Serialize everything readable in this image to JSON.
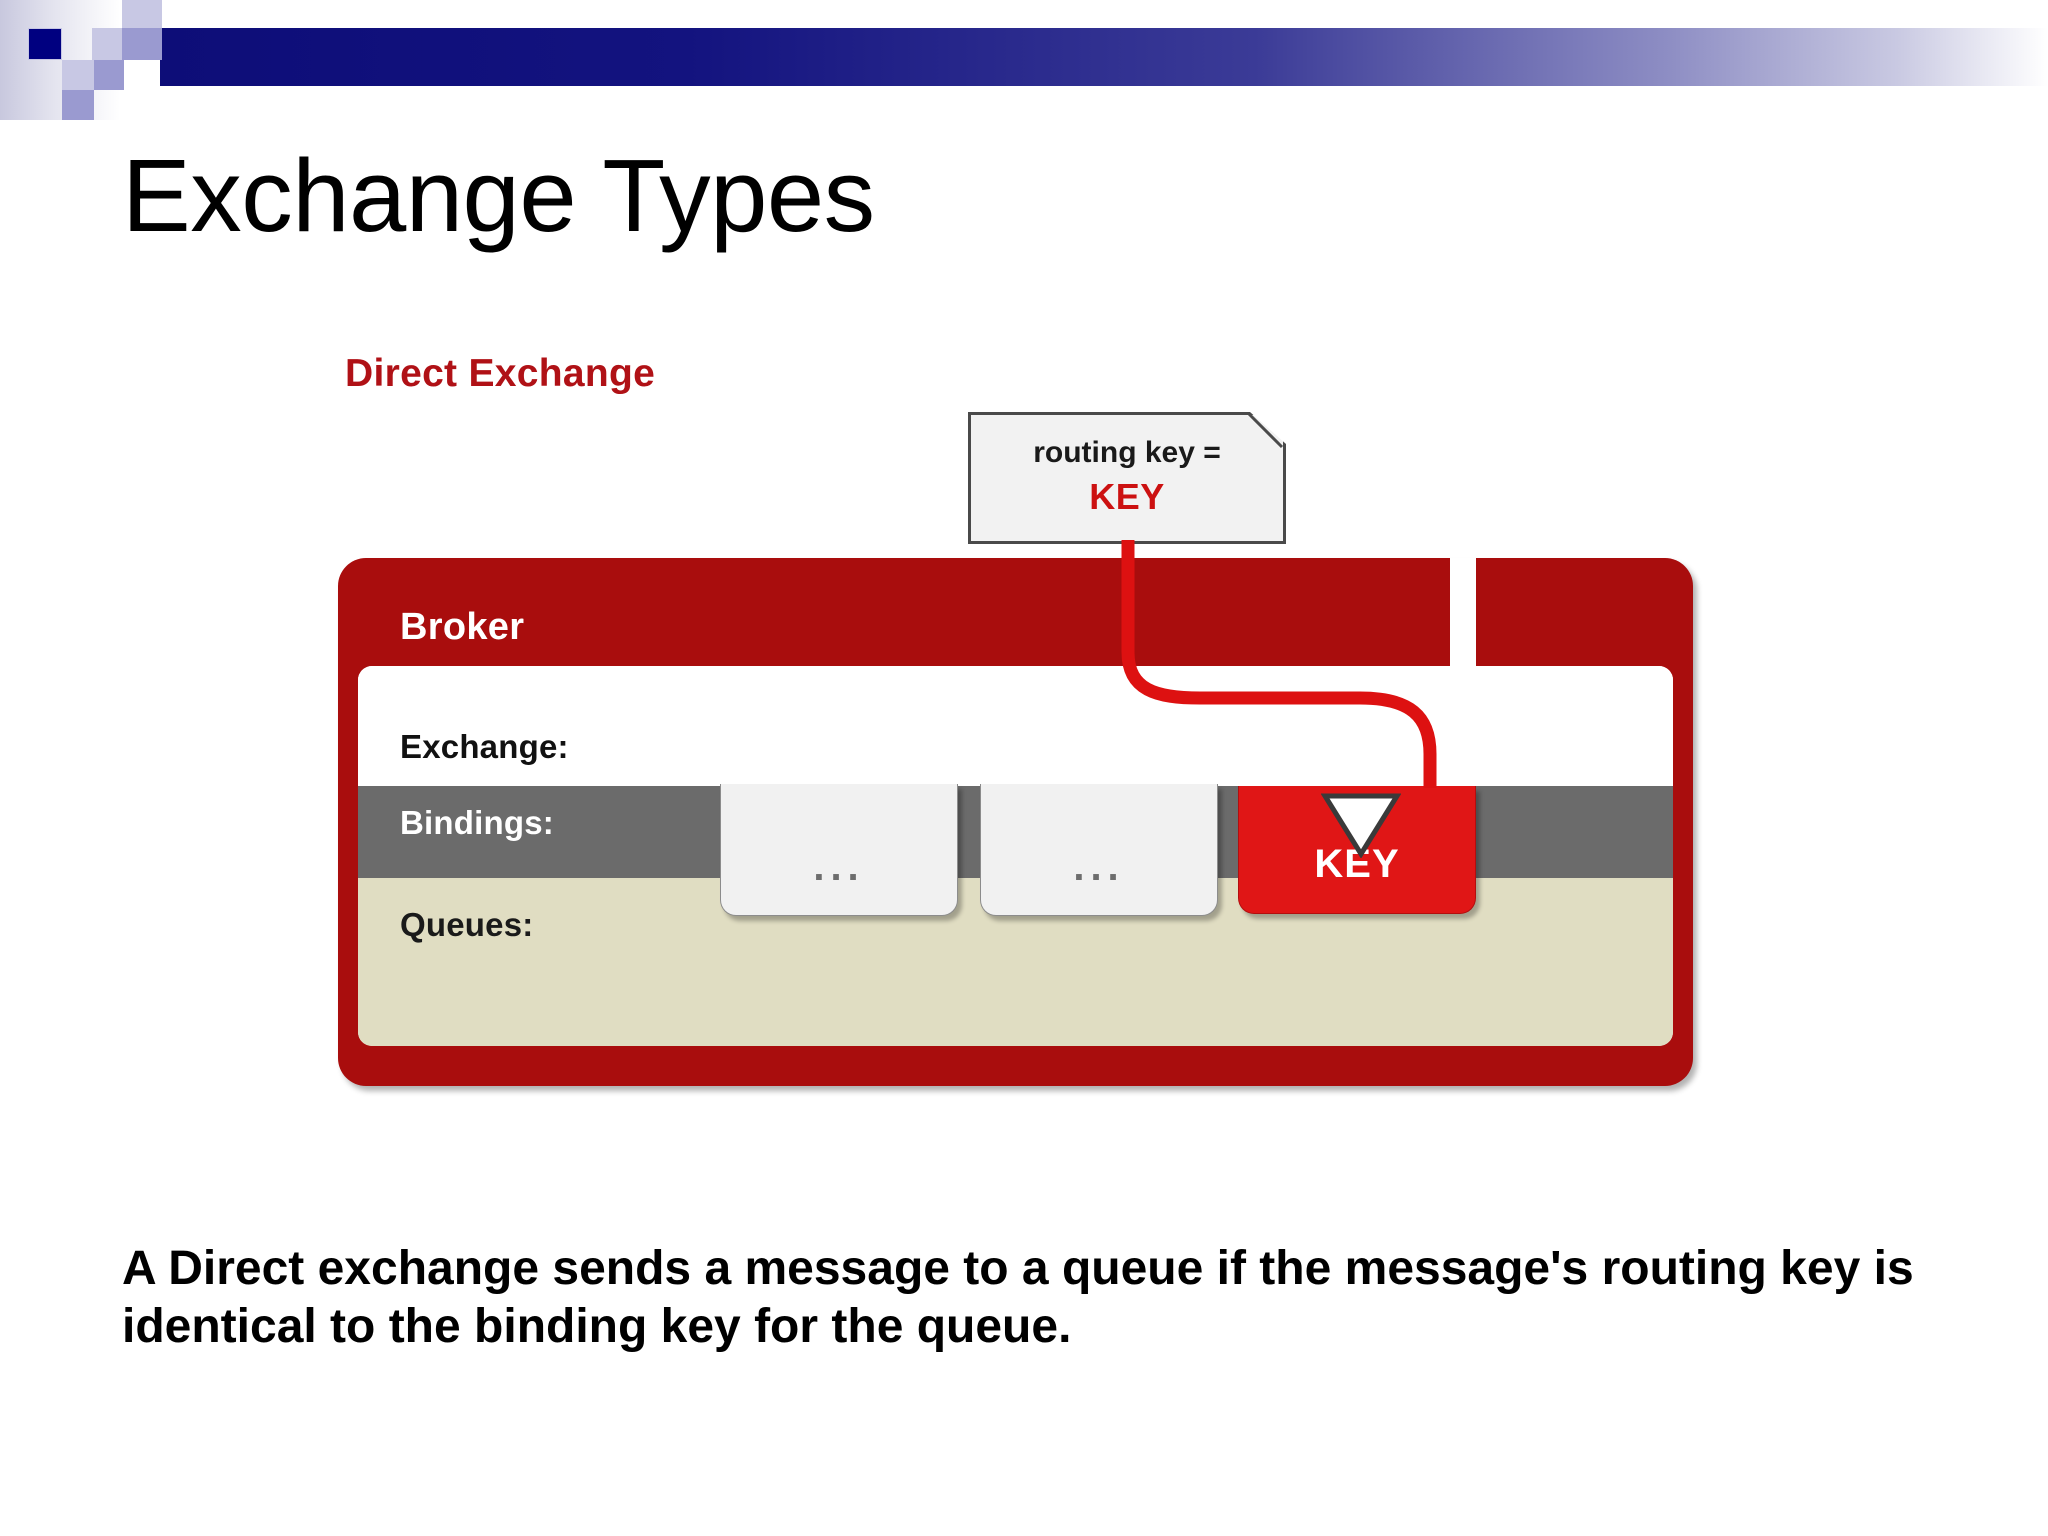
{
  "slide": {
    "title": "Exchange Types",
    "subtitle": "Direct Exchange",
    "caption": "A Direct exchange sends a message to a queue if the message's routing key is identical to the binding key for the queue."
  },
  "routing_note": {
    "line1": "routing key =",
    "line2": "KEY"
  },
  "broker": {
    "title": "Broker",
    "rows": [
      {
        "label": "Exchange:"
      },
      {
        "label": "Bindings:"
      },
      {
        "label": "Queues:"
      }
    ],
    "queues": [
      {
        "label": "...",
        "kind": "plain"
      },
      {
        "label": "...",
        "kind": "plain"
      },
      {
        "label": "KEY",
        "kind": "key"
      }
    ]
  },
  "icons": {
    "note_fold": "folded-corner-icon",
    "binding_arrow": "down-triangle-icon",
    "connector": "routing-path-icon"
  },
  "colors": {
    "broker_red": "#a90d0d",
    "key_red": "#e01616",
    "subtitle_red": "#b01116",
    "note_key_red": "#cc1111",
    "bindings_gray": "#6b6b6b",
    "queues_beige": "#e0ddc2",
    "header_blue": "#000080",
    "connector_red": "#dd1111"
  }
}
